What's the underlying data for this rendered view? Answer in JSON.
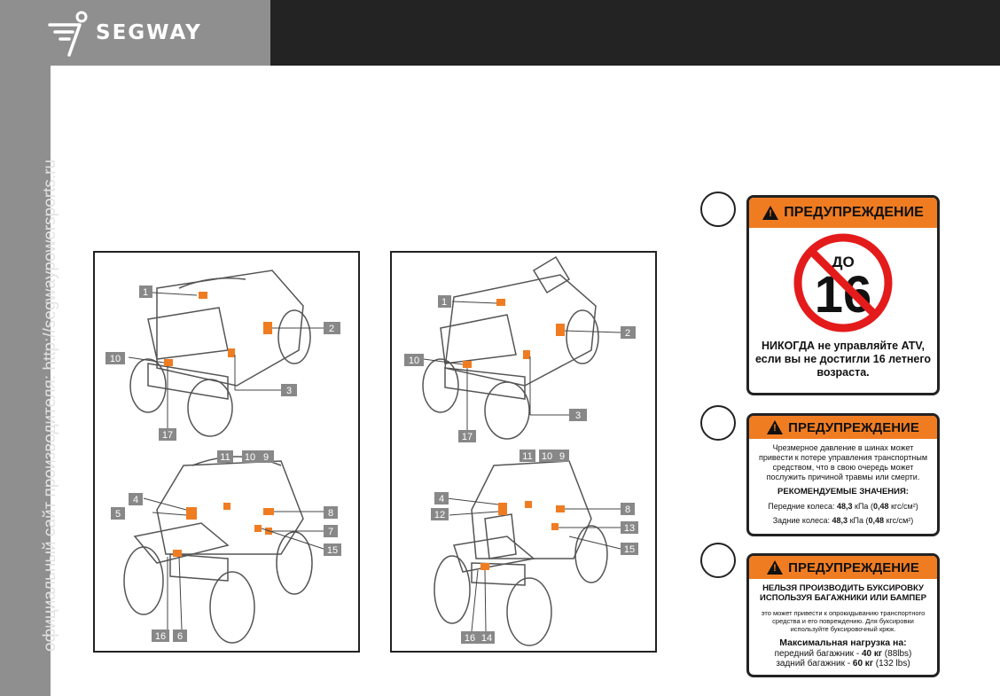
{
  "header": {
    "brand": "SEGWAY"
  },
  "sidebar": {
    "site_text": "официальный сайт производителя: http://segwaypowersports.ru"
  },
  "diagrams": {
    "left": {
      "top_labels": [
        "1",
        "2",
        "10",
        "3",
        "17"
      ],
      "bottom_labels": [
        "11",
        "10",
        "9",
        "4",
        "5",
        "8",
        "7",
        "15",
        "16",
        "6"
      ]
    },
    "right": {
      "top_labels": [
        "1",
        "2",
        "10",
        "3",
        "17"
      ],
      "bottom_labels": [
        "11",
        "10",
        "9",
        "4",
        "12",
        "8",
        "13",
        "15",
        "16",
        "14"
      ]
    }
  },
  "warnings": [
    {
      "header": "ПРЕДУПРЕЖДЕНИЕ",
      "sign_top": "ДО",
      "sign_number": "16",
      "text_line1": "НИКОГДА не управляйте ATV,",
      "text_line2": "если вы не достигли 16 летнего",
      "text_line3": "возраста."
    },
    {
      "header": "ПРЕДУПРЕЖДЕНИЕ",
      "body": "Чрезмерное давление в шинах может привести к потере управления транспортным средством, что в свою очередь может послужить причиной травмы или смерти.",
      "recommended_title": "РЕКОМЕНДУЕМЫЕ ЗНАЧЕНИЯ:",
      "front_label": "Передние колеса:",
      "front_value": "48,3",
      "front_unit": "кПа",
      "front_value2": "0,48",
      "front_unit2": "кгс/см²",
      "rear_label": "Задние колеса:",
      "rear_value": "48,3",
      "rear_unit": "кПа",
      "rear_value2": "0,48",
      "rear_unit2": "кгс/см²"
    },
    {
      "header": "ПРЕДУПРЕЖДЕНИЕ",
      "title_line1": "НЕЛЬЗЯ ПРОИЗВОДИТЬ БУКСИРОВКУ",
      "title_line2": "ИСПОЛЬЗУЯ БАГАЖНИКИ ИЛИ БАМПЕР",
      "body": "это может привести к опрокидыванию транспортного средства и его повреждению. Для буксировки используйте буксировочный крюк.",
      "load_title": "Максимальная нагрузка на:",
      "front_label": "передний багажник -",
      "front_value": "40 кг",
      "front_extra": "(88lbs)",
      "rear_label": "задний багажник -",
      "rear_value": "60 кг",
      "rear_extra": "(132 lbs)"
    }
  ],
  "colors": {
    "orange": "#f07c22",
    "dark": "#232323",
    "gray": "#8f8f8f"
  }
}
